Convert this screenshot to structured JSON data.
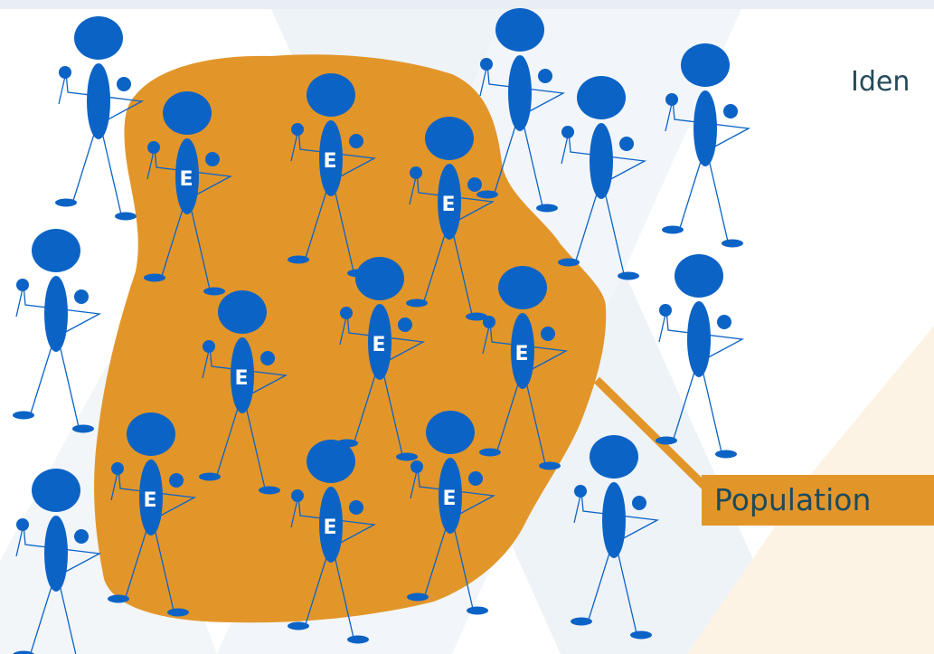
{
  "heading": "Iden",
  "population_label": "Population",
  "exposed_marker": "E",
  "colors": {
    "figure": "#0c63c6",
    "population_area": "#e2962a",
    "top_band": "#e8eef3",
    "watermark_blue": "#eef3f8",
    "watermark_gold": "#fdf3e4"
  },
  "icons": [
    "stick-figure-icon",
    "exposed-person-icon"
  ]
}
